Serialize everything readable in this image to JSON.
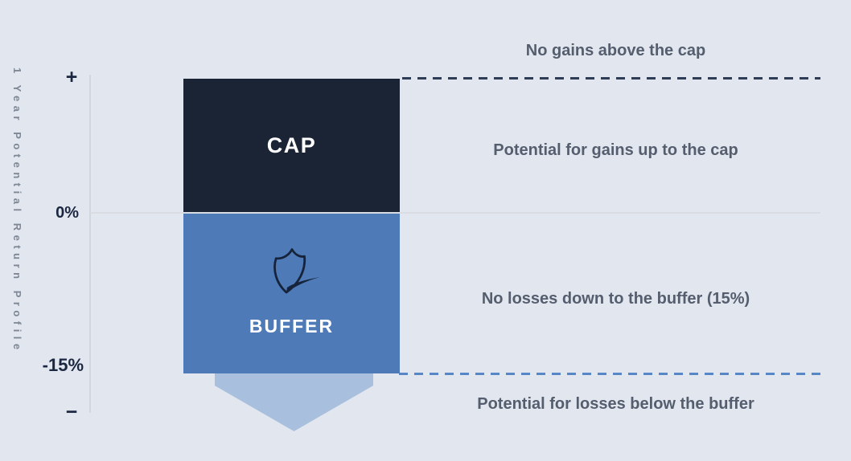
{
  "chart_data": {
    "type": "area",
    "title": "1 Year Potential Return Profile",
    "ylabel": "1 Year Potential Return Profile",
    "xlabel": "",
    "grid": false,
    "legend": "none",
    "y_axis_ticks": [
      {
        "label": "+",
        "position": "top"
      },
      {
        "label": "0%",
        "value": 0
      },
      {
        "label": "-15%",
        "value": -15
      },
      {
        "label": "−",
        "position": "bottom"
      }
    ],
    "buffer_pct": -15,
    "regions": [
      {
        "name": "CAP",
        "from_pct": 0,
        "to_pct": "cap-level",
        "color": "#1b2435",
        "note": "Potential for gains up to the cap"
      },
      {
        "name": "BUFFER",
        "from_pct": -15,
        "to_pct": 0,
        "color": "#4e7bb7",
        "note": "No losses down to the buffer (15%)"
      }
    ],
    "reference_lines": [
      {
        "name": "cap-line",
        "style": "dashed",
        "color": "#2e3c55",
        "at": "cap-level"
      },
      {
        "name": "buffer-line",
        "style": "dashed",
        "color": "#5787c7",
        "at": -15
      },
      {
        "name": "zero-line",
        "style": "solid",
        "color": "#d9dde3",
        "at": 0
      }
    ],
    "annotations": [
      "No gains above the cap",
      "Potential for gains up to the cap",
      "No losses down to the buffer (15%)",
      "Potential for losses below the buffer"
    ]
  },
  "axis": {
    "label": "1 Year Potential Return Profile",
    "plus_symbol": "+",
    "minus_symbol": "−",
    "tick_zero": "0%",
    "tick_buffer": "-15%"
  },
  "boxes": {
    "cap_label": "CAP",
    "buffer_label": "BUFFER"
  },
  "annotations": {
    "no_gains_above_cap": "No gains above the cap",
    "gains_up_to_cap": "Potential for gains up to the cap",
    "no_losses_to_buffer": "No losses down to the buffer (15%)",
    "losses_below_buffer": "Potential for losses below the buffer"
  },
  "icons": {
    "shield": "shield-outline-with-swoosh"
  },
  "colors": {
    "background": "#e2e7ef",
    "cap_box": "#1b2435",
    "buffer_box": "#4e7bb7",
    "arrow": "#a8bfdd",
    "annotation_text": "#555e6e",
    "axis_text": "#1b2740",
    "axis_label_text": "#7e8795",
    "cap_dash": "#2e3c55",
    "buffer_dash": "#5787c7",
    "zero_line": "#d9dde3",
    "axis_line": "#d2d7de"
  }
}
